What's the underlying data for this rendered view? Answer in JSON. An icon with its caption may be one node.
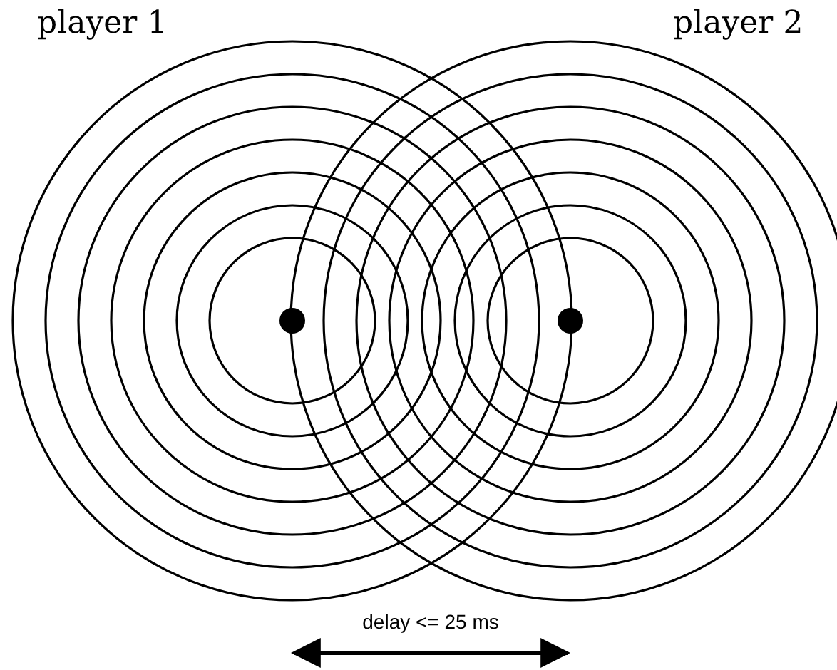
{
  "diagram": {
    "labels": [
      "player 1",
      "player 2",
      "delay <= 25 ms"
    ]
  }
}
